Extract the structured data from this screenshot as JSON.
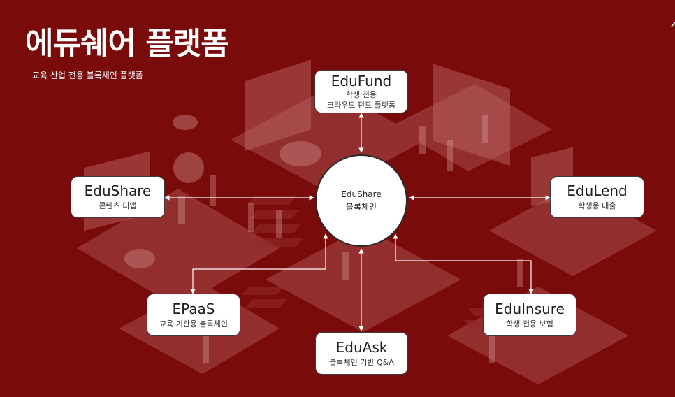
{
  "header": {
    "title": "에듀쉐어 플랫폼",
    "subtitle": "교육 산업 전용 블록체인 플랫폼"
  },
  "center": {
    "line1": "EduShare",
    "line2": "블록체인"
  },
  "nodes": {
    "edufund": {
      "name": "EduFund",
      "desc1": "학생 전용",
      "desc2": "크라우드 펀드 플랫폼"
    },
    "edushare": {
      "name": "EduShare",
      "desc1": "콘텐츠 디앱"
    },
    "edulend": {
      "name": "EduLend",
      "desc1": "학생용 대출"
    },
    "epaas": {
      "name": "EPaaS",
      "desc1": "교육 기관용 블록체인"
    },
    "eduask": {
      "name": "EduAsk",
      "desc1": "블록체인 기반 Q&A"
    },
    "eduinsure": {
      "name": "EduInsure",
      "desc1": "학생 전용 보험"
    }
  },
  "colors": {
    "background": "#7a0b0b",
    "node_fill": "#ffffff",
    "connector": "#ffffff"
  }
}
